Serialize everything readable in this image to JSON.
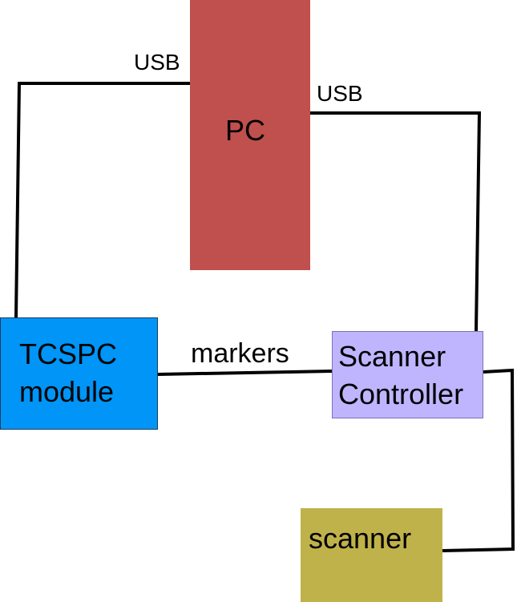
{
  "nodes": {
    "pc": {
      "label": "PC",
      "color": "#c0504d"
    },
    "tcspc": {
      "label": "TCSPC\nmodule",
      "color": "#0095f7"
    },
    "scanner_controller": {
      "label": "Scanner\nController",
      "color": "#bfb5ff"
    },
    "scanner": {
      "label": "scanner",
      "color": "#c0b24a"
    }
  },
  "edges": [
    {
      "from": "tcspc",
      "to": "pc",
      "label": "USB"
    },
    {
      "from": "pc",
      "to": "scanner_controller",
      "label": "USB"
    },
    {
      "from": "tcspc",
      "to": "scanner_controller",
      "label": "markers"
    },
    {
      "from": "scanner_controller",
      "to": "scanner",
      "label": ""
    }
  ],
  "wire_color": "#000000"
}
